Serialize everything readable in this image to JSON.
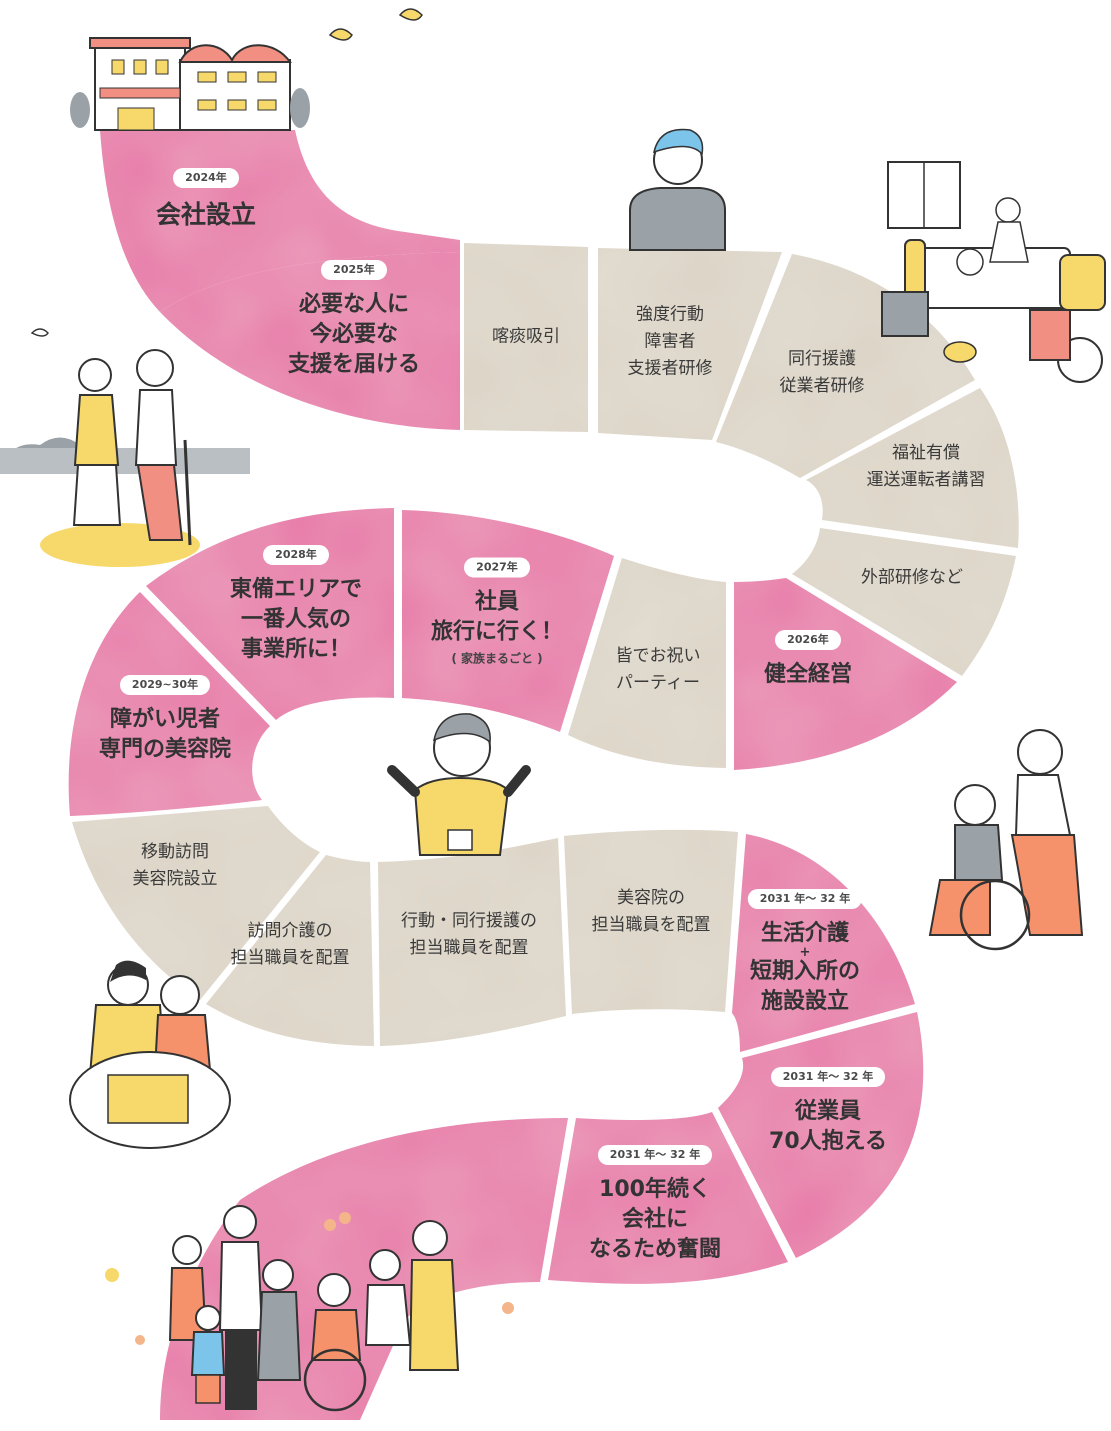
{
  "colors": {
    "pink": "#e77aa8",
    "beige": "#dcd4c6",
    "badge_bg": "#ffffff",
    "text": "#333333"
  },
  "road": [
    {
      "kind": "milestone",
      "badge": "2024年",
      "text": "会社設立"
    },
    {
      "kind": "milestone",
      "badge": "2025年",
      "text": "必要な人に\n今必要な\n支援を届ける"
    },
    {
      "kind": "step",
      "text": "喀痰吸引"
    },
    {
      "kind": "step",
      "text": "強度行動\n障害者\n支援者研修"
    },
    {
      "kind": "step",
      "text": "同行援護\n従業者研修"
    },
    {
      "kind": "step",
      "text": "福祉有償\n運送運転者講習"
    },
    {
      "kind": "step",
      "text": "外部研修など"
    },
    {
      "kind": "milestone",
      "badge": "2026年",
      "text": "健全経営"
    },
    {
      "kind": "step",
      "text": "皆でお祝い\nパーティー"
    },
    {
      "kind": "milestone",
      "badge": "2027年",
      "text": "社員\n旅行に行く！",
      "note": "( 家族まるごと )"
    },
    {
      "kind": "milestone",
      "badge": "2028年",
      "text": "東備エリアで\n一番人気の\n事業所に！"
    },
    {
      "kind": "milestone",
      "badge": "2029~30年",
      "text": "障がい児者\n専門の美容院"
    },
    {
      "kind": "step",
      "text": "移動訪問\n美容院設立"
    },
    {
      "kind": "step",
      "text": "訪問介護の\n担当職員を配置"
    },
    {
      "kind": "step",
      "text": "行動・同行援護の\n担当職員を配置"
    },
    {
      "kind": "step",
      "text": "美容院の\n担当職員を配置"
    },
    {
      "kind": "milestone",
      "badge": "2031 年～ 32 年",
      "text": "生活介護",
      "plus": "+",
      "text2": "短期入所の\n施設設立"
    },
    {
      "kind": "milestone",
      "badge": "2031 年～ 32 年",
      "text": "従業員\n70人抱える"
    },
    {
      "kind": "milestone",
      "badge": "2031 年～ 32 年",
      "text": "100年続く\n会社に\nなるため奮闘"
    }
  ],
  "illustrations": [
    "building-icon",
    "birds-icon",
    "staff-man-icon",
    "bed-care-icon",
    "walking-couple-icon",
    "cheering-staff-icon",
    "wheelchair-icon",
    "meal-help-icon",
    "group-photo-icon"
  ]
}
